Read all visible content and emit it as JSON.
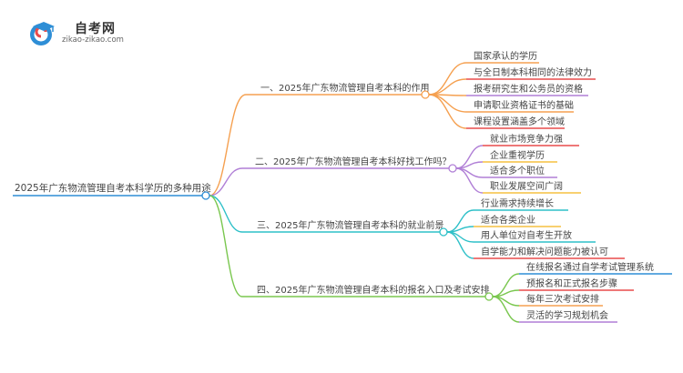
{
  "logo": {
    "name": "自考网",
    "url": "zikao-zikao.com"
  },
  "mindmap": {
    "root": "2025年广东物流管理自考本科学历的多种用途",
    "branches": [
      {
        "label": "一、2025年广东物流管理自考本科的作用",
        "color": "#f5a050",
        "children": [
          "国家承认的学历",
          "与全日制本科相同的法律效力",
          "报考研究生和公务员的资格",
          "申请职业资格证书的基础",
          "课程设置涵盖多个领域"
        ]
      },
      {
        "label": "二、2025年广东物流管理自考本科好找工作吗？",
        "color": "#b07fd6",
        "children": [
          "就业市场竞争力强",
          "企业重视学历",
          "适合多个职位",
          "职业发展空间广阔"
        ]
      },
      {
        "label": "三、2025年广东物流管理自考本科的就业前景",
        "color": "#2ec0c8",
        "children": [
          "行业需求持续增长",
          "适合各类企业",
          "用人单位对自考生开放",
          "自学能力和解决问题能力被认可"
        ]
      },
      {
        "label": "四、2025年广东物流管理自考本科的报名入口及考试安排",
        "color": "#7ac74f",
        "children": [
          "在线报名通过自学考试管理系统",
          "预报名和正式报名步骤",
          "每年三次考试安排",
          "灵活的学习规划机会"
        ]
      }
    ],
    "child_underline_colors": [
      [
        "#f5a050",
        "#e84b4b",
        "#b07fd6",
        "#f5a050",
        "#e84b4b"
      ],
      [
        "#e84b4b",
        "#f5c040",
        "#b07fd6",
        "#f5c040"
      ],
      [
        "#2ec0c8",
        "#f5c040",
        "#2ec0c8",
        "#e84b4b"
      ],
      [
        "#2e8ed6",
        "#e84b4b",
        "#f5a050",
        "#b07fd6"
      ]
    ]
  }
}
